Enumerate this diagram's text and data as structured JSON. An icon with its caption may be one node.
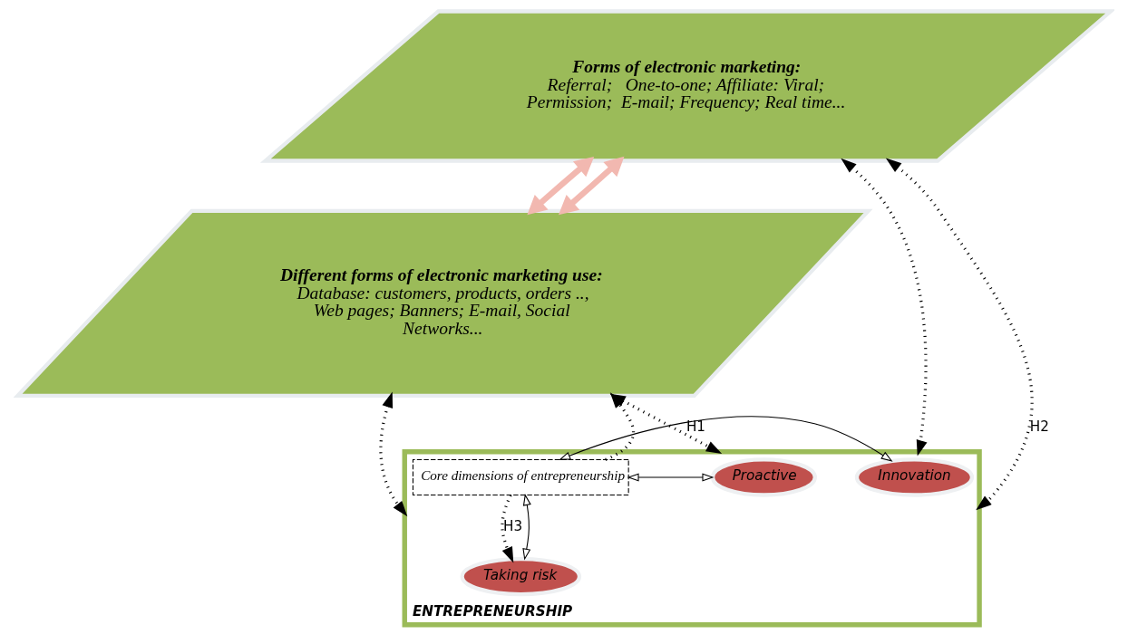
{
  "diagram": {
    "nodes": [
      {
        "text": [
          "Forms of electronic marketing:",
          "Referral;   One-to-one; Affiliate: Viral; Permission;  E-mail; Frequency; Real time..."
        ]
      },
      {
        "text": [
          "Different forms of electronic marketing use:",
          "Database: customers, products, orders .., Web pages; Banners; E-mail, Social Networks..."
        ]
      },
      {
        "text": [
          "ENTREPRENEURSHIP"
        ]
      },
      {
        "text": [
          "Innovation"
        ],
        "in": 2
      },
      {
        "text": [
          "Proactive"
        ],
        "in": 2
      },
      {
        "text": [
          "Core dimensions of entrepreneurship"
        ],
        "in": 2
      },
      {
        "text": [
          "Taking risk"
        ],
        "in": 2
      }
    ],
    "edges": [
      {
        "from": 0,
        "to": 1,
        "arrow": "both",
        "color": "#f2b8b0",
        "style": "thick"
      },
      {
        "from": 0,
        "to": 1,
        "arrow": "both",
        "color": "#f2b8b0",
        "style": "thick"
      },
      {
        "from": 0,
        "to": 2,
        "arrow": "both",
        "style": "dashed"
      },
      {
        "from": 1,
        "to": 2,
        "arrow": "both",
        "style": "dashed",
        "label": "H1"
      },
      {
        "from": 5,
        "to": 1,
        "arrow": "to",
        "style": "dashed"
      },
      {
        "from": 1,
        "to": 2,
        "arrow": "both",
        "style": "dashed"
      },
      {
        "from": 0,
        "to": 2,
        "arrow": "both",
        "style": "dashed",
        "label": "H2"
      },
      {
        "from": 5,
        "to": 6,
        "arrow": "to",
        "style": "dashed",
        "label": "H3"
      },
      {
        "from": 5,
        "to": 3,
        "arrow": "both"
      },
      {
        "from": 5,
        "to": 4,
        "arrow": "both"
      },
      {
        "from": 5,
        "to": 6,
        "arrow": "both"
      }
    ]
  }
}
